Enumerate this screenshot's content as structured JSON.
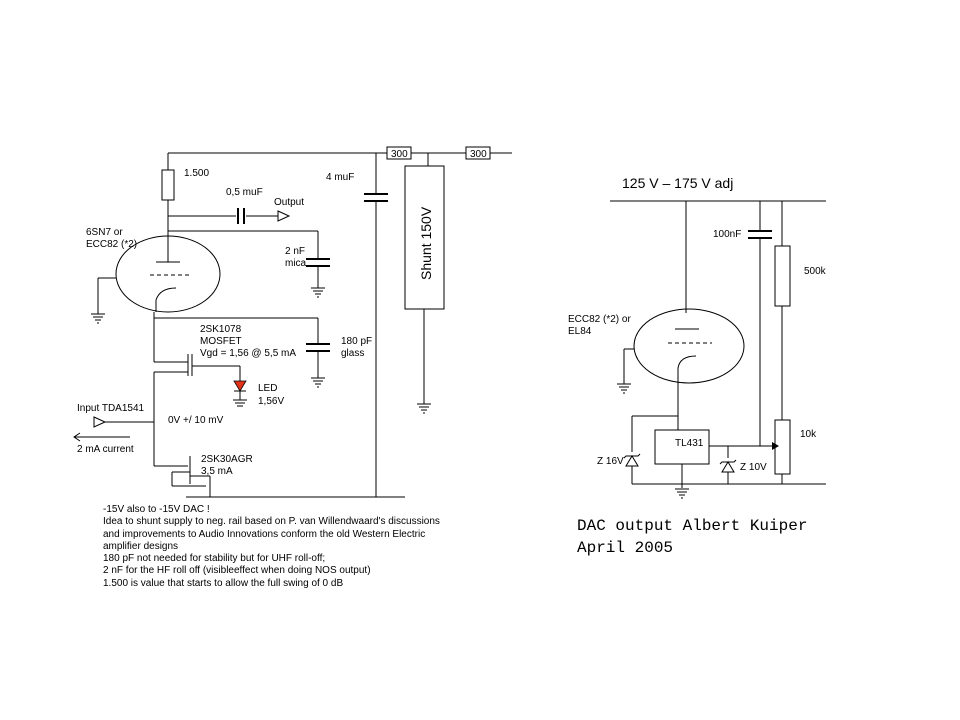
{
  "left_circuit": {
    "resistor_r1": "1.500",
    "res_300_a": "300",
    "res_300_b": "300",
    "cap_coupling": "0,5 muF",
    "output_label": "Output",
    "cap_4muf": "4 muF",
    "shunt_label": "Shunt 150V",
    "tube_label_1": "6SN7 or",
    "tube_label_2": "ECC82 (*2)",
    "cap_2nf_1": "2 nF",
    "cap_2nf_2": "mica",
    "mosfet_1": "2SK1078",
    "mosfet_2": "MOSFET",
    "mosfet_3": "Vgd = 1,56 @ 5,5 mA",
    "cap_180_1": "180 pF",
    "cap_180_2": "glass",
    "led_1": "LED",
    "led_2": "1,56V",
    "input_label": "Input TDA1541",
    "bias_label": "0V +/ 10 mV",
    "current_label": "2 mA current",
    "jfet_1": "2SK30AGR",
    "jfet_2": "3,5 mA"
  },
  "notes": [
    "-15V also to -15V DAC !",
    "Idea to shunt supply to neg. rail  based on P. van Willendwaard's discussions",
    "and improvements to Audio Innovations conform the old Western Electric",
    "amplifier designs",
    "180 pF not needed for stability but for UHF roll-off;",
    "2 nF for the HF roll off (visibleeffect when doing NOS output)",
    "1.500 is value that starts to allow the full swing of 0 dB"
  ],
  "right_circuit": {
    "supply_label": "125 V – 175 V adj",
    "cap_100nf": "100nF",
    "res_500k": "500k",
    "tube_label_1": "ECC82 (*2) or",
    "tube_label_2": "EL84",
    "ic_label": "TL431",
    "pot_10k": "10k",
    "zener_16": "Z 16V",
    "zener_10": "Z 10V"
  },
  "caption": {
    "line1": "DAC output Albert Kuiper",
    "line2": "April 2005"
  }
}
